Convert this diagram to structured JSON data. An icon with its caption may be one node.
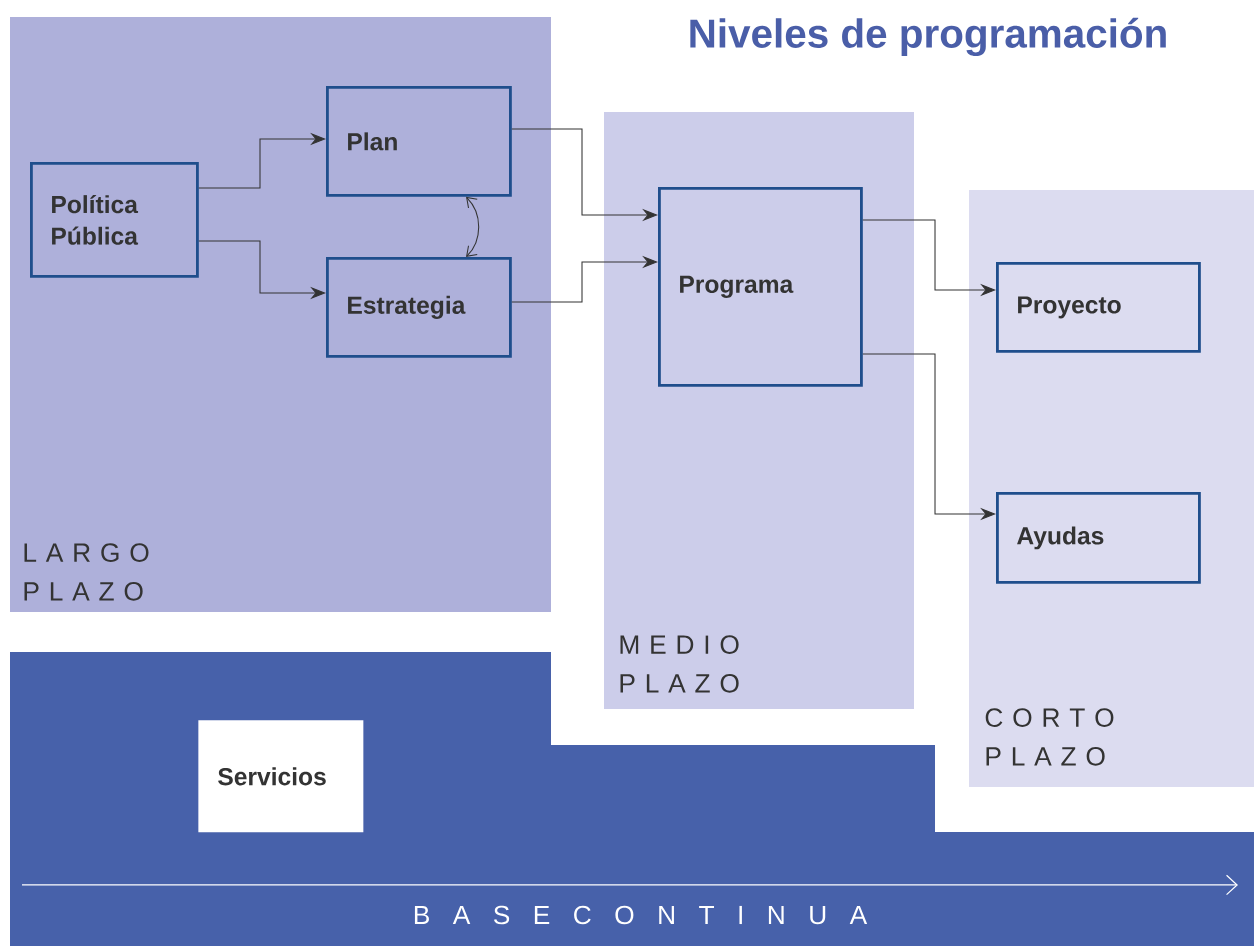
{
  "diagram": {
    "title": "Niveles de programación",
    "nodes": [
      {
        "text": [
          "L A R G O P L A Z O"
        ]
      },
      {
        "text": [
          "Política Pública"
        ],
        "in": 0
      },
      {
        "text": [
          "Plan"
        ],
        "in": 0
      },
      {
        "text": [
          "Estrategia"
        ],
        "in": 0
      },
      {
        "text": [
          "M E D I O P L A Z O"
        ]
      },
      {
        "text": [
          "Programa"
        ],
        "in": 4
      },
      {
        "text": [
          "C O R T O P L A Z O"
        ]
      },
      {
        "text": [
          "Proyecto"
        ],
        "in": 6
      },
      {
        "text": [
          "Ayudas"
        ],
        "in": 6
      },
      {
        "text": [
          "B A S E C O N T I N U A"
        ]
      },
      {
        "text": [
          "Servicios"
        ],
        "in": 9
      }
    ],
    "edges": [
      {
        "from": 1,
        "to": 2,
        "arrow": "to"
      },
      {
        "from": 1,
        "to": 3,
        "arrow": "to"
      },
      {
        "from": 2,
        "to": 3,
        "arrow": "both"
      },
      {
        "from": 2,
        "to": 5,
        "arrow": "to"
      },
      {
        "from": 3,
        "to": 5,
        "arrow": "to"
      },
      {
        "from": 5,
        "to": 7,
        "arrow": "to"
      },
      {
        "from": 5,
        "to": 8,
        "arrow": "to"
      }
    ]
  }
}
